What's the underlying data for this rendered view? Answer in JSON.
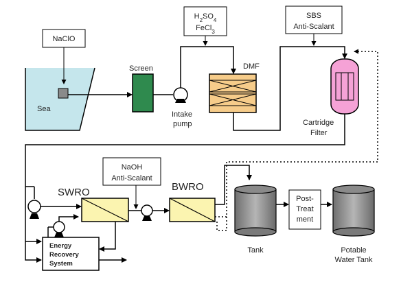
{
  "chemicals": {
    "sodium_hypochlorite": "NaClO",
    "acid_coagulant_line1": "H2SO4",
    "acid_coagulant_line2": "FeCl3",
    "sbs_line1": "SBS",
    "sbs_line2": "Anti-Scalant",
    "naoh_line1": "NaOH",
    "naoh_line2": "Anti-Scalant"
  },
  "units": {
    "sea": "Sea",
    "screen": "Screen",
    "intake_pump_line1": "Intake",
    "intake_pump_line2": "pump",
    "dmf": "DMF",
    "cartridge_filter_line1": "Cartridge",
    "cartridge_filter_line2": "Filter",
    "swro": "SWRO",
    "bwro": "BWRO",
    "tank": "Tank",
    "post_treatment_line1": "Post-",
    "post_treatment_line2": "Treat",
    "post_treatment_line3": "ment",
    "potable_tank_line1": "Potable",
    "potable_tank_line2": "Water Tank",
    "ers_line1": "Energy",
    "ers_line2": "Recovery",
    "ers_line3": "System"
  },
  "colors": {
    "sea_water": "#c5e6ec",
    "screen": "#2f8a4e",
    "dmf_fill": "#f6cc8a",
    "cartridge": "#f5a2d6",
    "membrane": "#fbf4b0",
    "tank": "#9a9a9a",
    "dosing_block": "#8a8a8a"
  }
}
